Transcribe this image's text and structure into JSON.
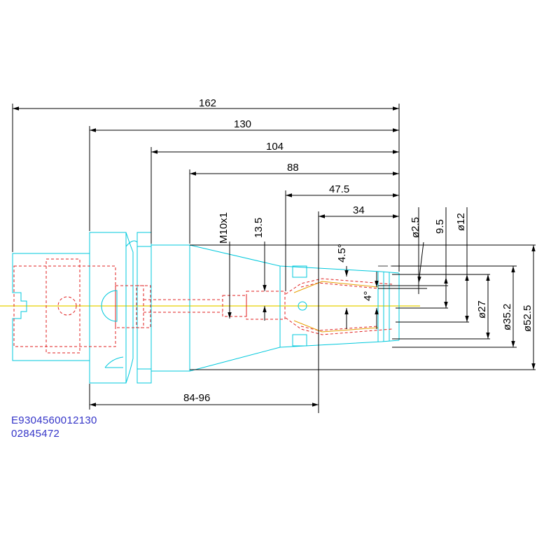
{
  "drawing": {
    "dimensions_top": [
      "162",
      "130",
      "104",
      "88",
      "47.5",
      "34"
    ],
    "dimension_bottom": "84-96",
    "thread": "M10x1",
    "depth": "13.5",
    "angle_outer": "4.5°",
    "angle_inner": "4°",
    "diameters": [
      "ø2.5",
      "9.5",
      "ø12",
      "ø27",
      "ø35.2",
      "ø52.5"
    ],
    "part_number": "E9304560012130",
    "item_code": "02845472",
    "colors": {
      "outline": "#00c8dc",
      "hidden": "#e02020",
      "axis": "#e6d000",
      "dimension": "#000000",
      "code_text": "#3434c8"
    }
  }
}
